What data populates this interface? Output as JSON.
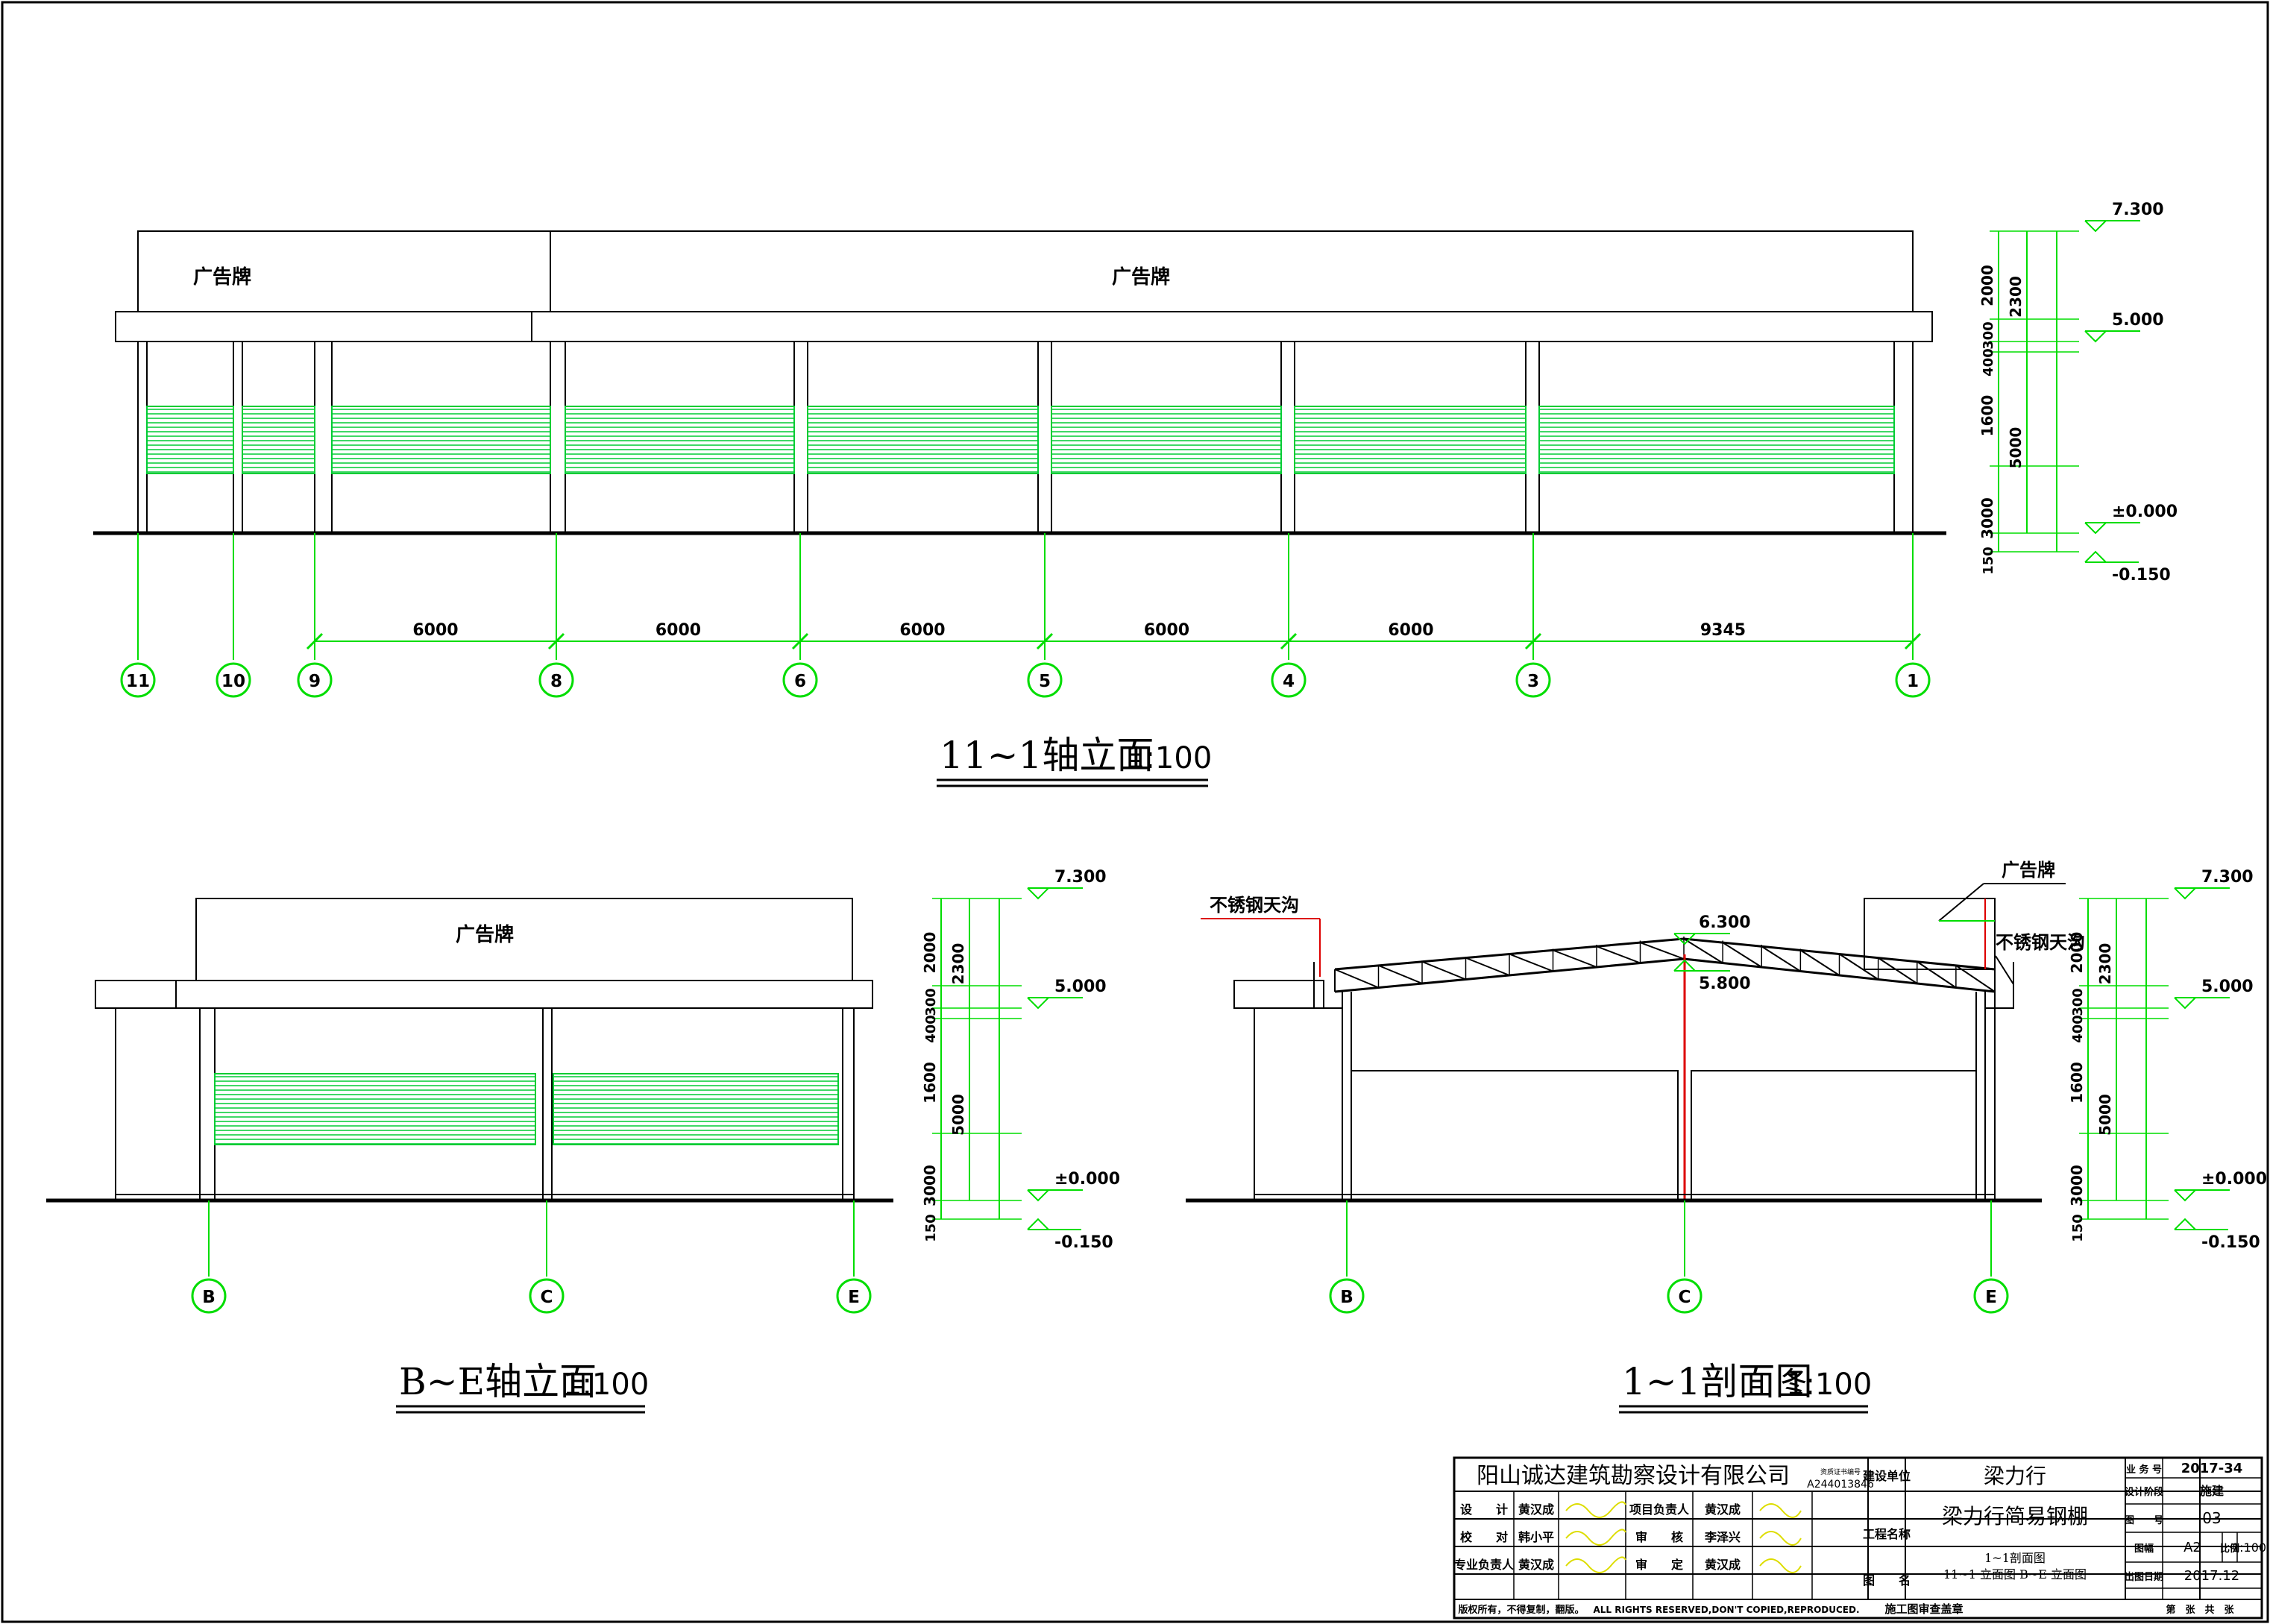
{
  "colors": {
    "line": "#000000",
    "axis": "#00dd00",
    "fill": "#00cc33",
    "red": "#dd0000",
    "cyan": "#00bbee",
    "yellow": "#dddd00"
  },
  "elev1": {
    "title": "11~1轴立面",
    "scale": "1:100",
    "sign_left": "广告牌",
    "sign_right": "广告牌",
    "axes": [
      "11",
      "10",
      "9",
      "8",
      "6",
      "5",
      "4",
      "3",
      "1"
    ],
    "spans": [
      "6000",
      "6000",
      "6000",
      "6000",
      "6000",
      "9345"
    ]
  },
  "elev2": {
    "title": "B~E轴立面",
    "scale": "1:100",
    "sign": "广告牌",
    "axes": [
      "B",
      "C",
      "E"
    ]
  },
  "section": {
    "title": "1~1剖面图",
    "scale": "1:100",
    "sign": "广告牌",
    "gutter_left": "不锈钢天沟",
    "gutter_right": "不锈钢天沟",
    "ridge_top": "6.300",
    "ridge_bottom": "5.800",
    "axes": [
      "B",
      "C",
      "E"
    ]
  },
  "levels": {
    "top": "7.300",
    "eave": "5.000",
    "ground": "±0.000",
    "below": "-0.150"
  },
  "dims": {
    "d2000": "2000",
    "d2300": "2300",
    "d300": "300",
    "d400": "400",
    "d1600": "1600",
    "d5000": "5000",
    "d3000": "3000",
    "d150": "150"
  },
  "titleblock": {
    "company": "阳山诚达建筑勘察设计有限公司",
    "cert_label": "资质证书编号",
    "cert_no": "A244013846",
    "client_label": "建设单位",
    "client": "梁力行",
    "project_label": "工程名称",
    "project": "梁力行简易钢棚",
    "drawing_label": "图　　名",
    "drawing_line1": "1~1剖面图",
    "drawing_line2": "11~1 立面图 B~E 立面图",
    "design_label": "设　　计",
    "design_name": "黄汉成",
    "check_label": "校　　对",
    "check_name": "韩小平",
    "lead_label": "专业负责人",
    "lead_name": "黄汉成",
    "pm_label": "项目负责人",
    "pm_name": "黄汉成",
    "review_label": "审　　核",
    "review_name": "李泽兴",
    "approve_label": "审　　定",
    "approve_name": "黄汉成",
    "job_label": "业 务 号",
    "job_no": "2017-34",
    "stage_label": "设计阶段",
    "stage": "施建",
    "sheet_label": "图　　号",
    "sheet_no": "03",
    "size_label": "图幅",
    "size": "A2",
    "ratio_label": "比例",
    "ratio": "1:100",
    "date_label": "出图日期",
    "date": "2017.12",
    "footer_notice": "版权所有，不得复制，翻版。",
    "footer_en": "ALL RIGHTS RESERVED,DON'T COPIED,REPRODUCED.",
    "footer_stamp": "施工图审查盖章",
    "footer_pages": "第　张　共　张"
  }
}
